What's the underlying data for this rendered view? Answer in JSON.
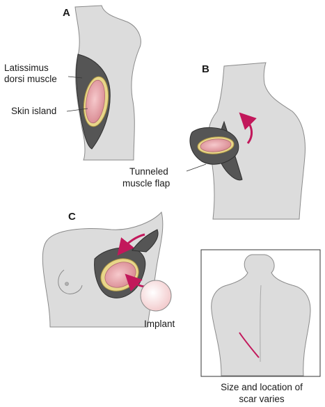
{
  "panels": {
    "a": {
      "letter": "A",
      "muscle_label_line1": "Latissimus",
      "muscle_label_line2": "dorsi muscle",
      "skin_label": "Skin island"
    },
    "b": {
      "letter": "B",
      "flap_label_line1": "Tunneled",
      "flap_label_line2": "muscle flap"
    },
    "c": {
      "letter": "C",
      "implant_label": "Implant"
    },
    "inset": {
      "caption_line1": "Size and location of",
      "caption_line2": "scar varies"
    }
  },
  "colors": {
    "skin": "#dcdcdc",
    "skin_outline": "#8a8a8a",
    "muscle": "#4a4a4a",
    "flap_pink": "#e6a3a8",
    "fat_yellow": "#e8d68a",
    "arrow": "#c2185b",
    "implant": "#f6dada"
  }
}
